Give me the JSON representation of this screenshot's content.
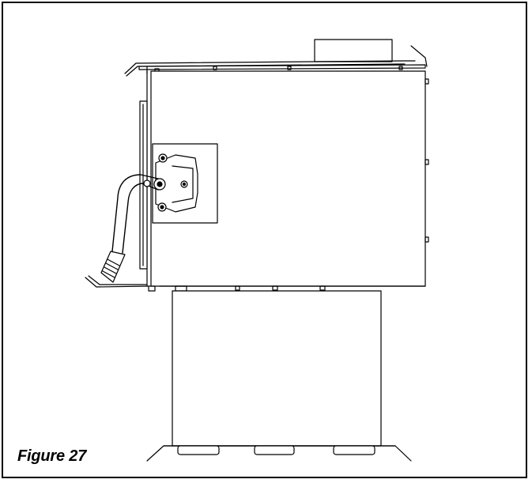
{
  "figure": {
    "caption": "Figure 27"
  },
  "colors": {
    "line": "#000000",
    "background": "#ffffff"
  },
  "drawing": {
    "subject": "equipment-side-elevation",
    "parts": [
      "cabinet",
      "top-cover",
      "top-box",
      "handle",
      "hinge-plate",
      "base-stand",
      "bottom-flange",
      "feet"
    ]
  }
}
